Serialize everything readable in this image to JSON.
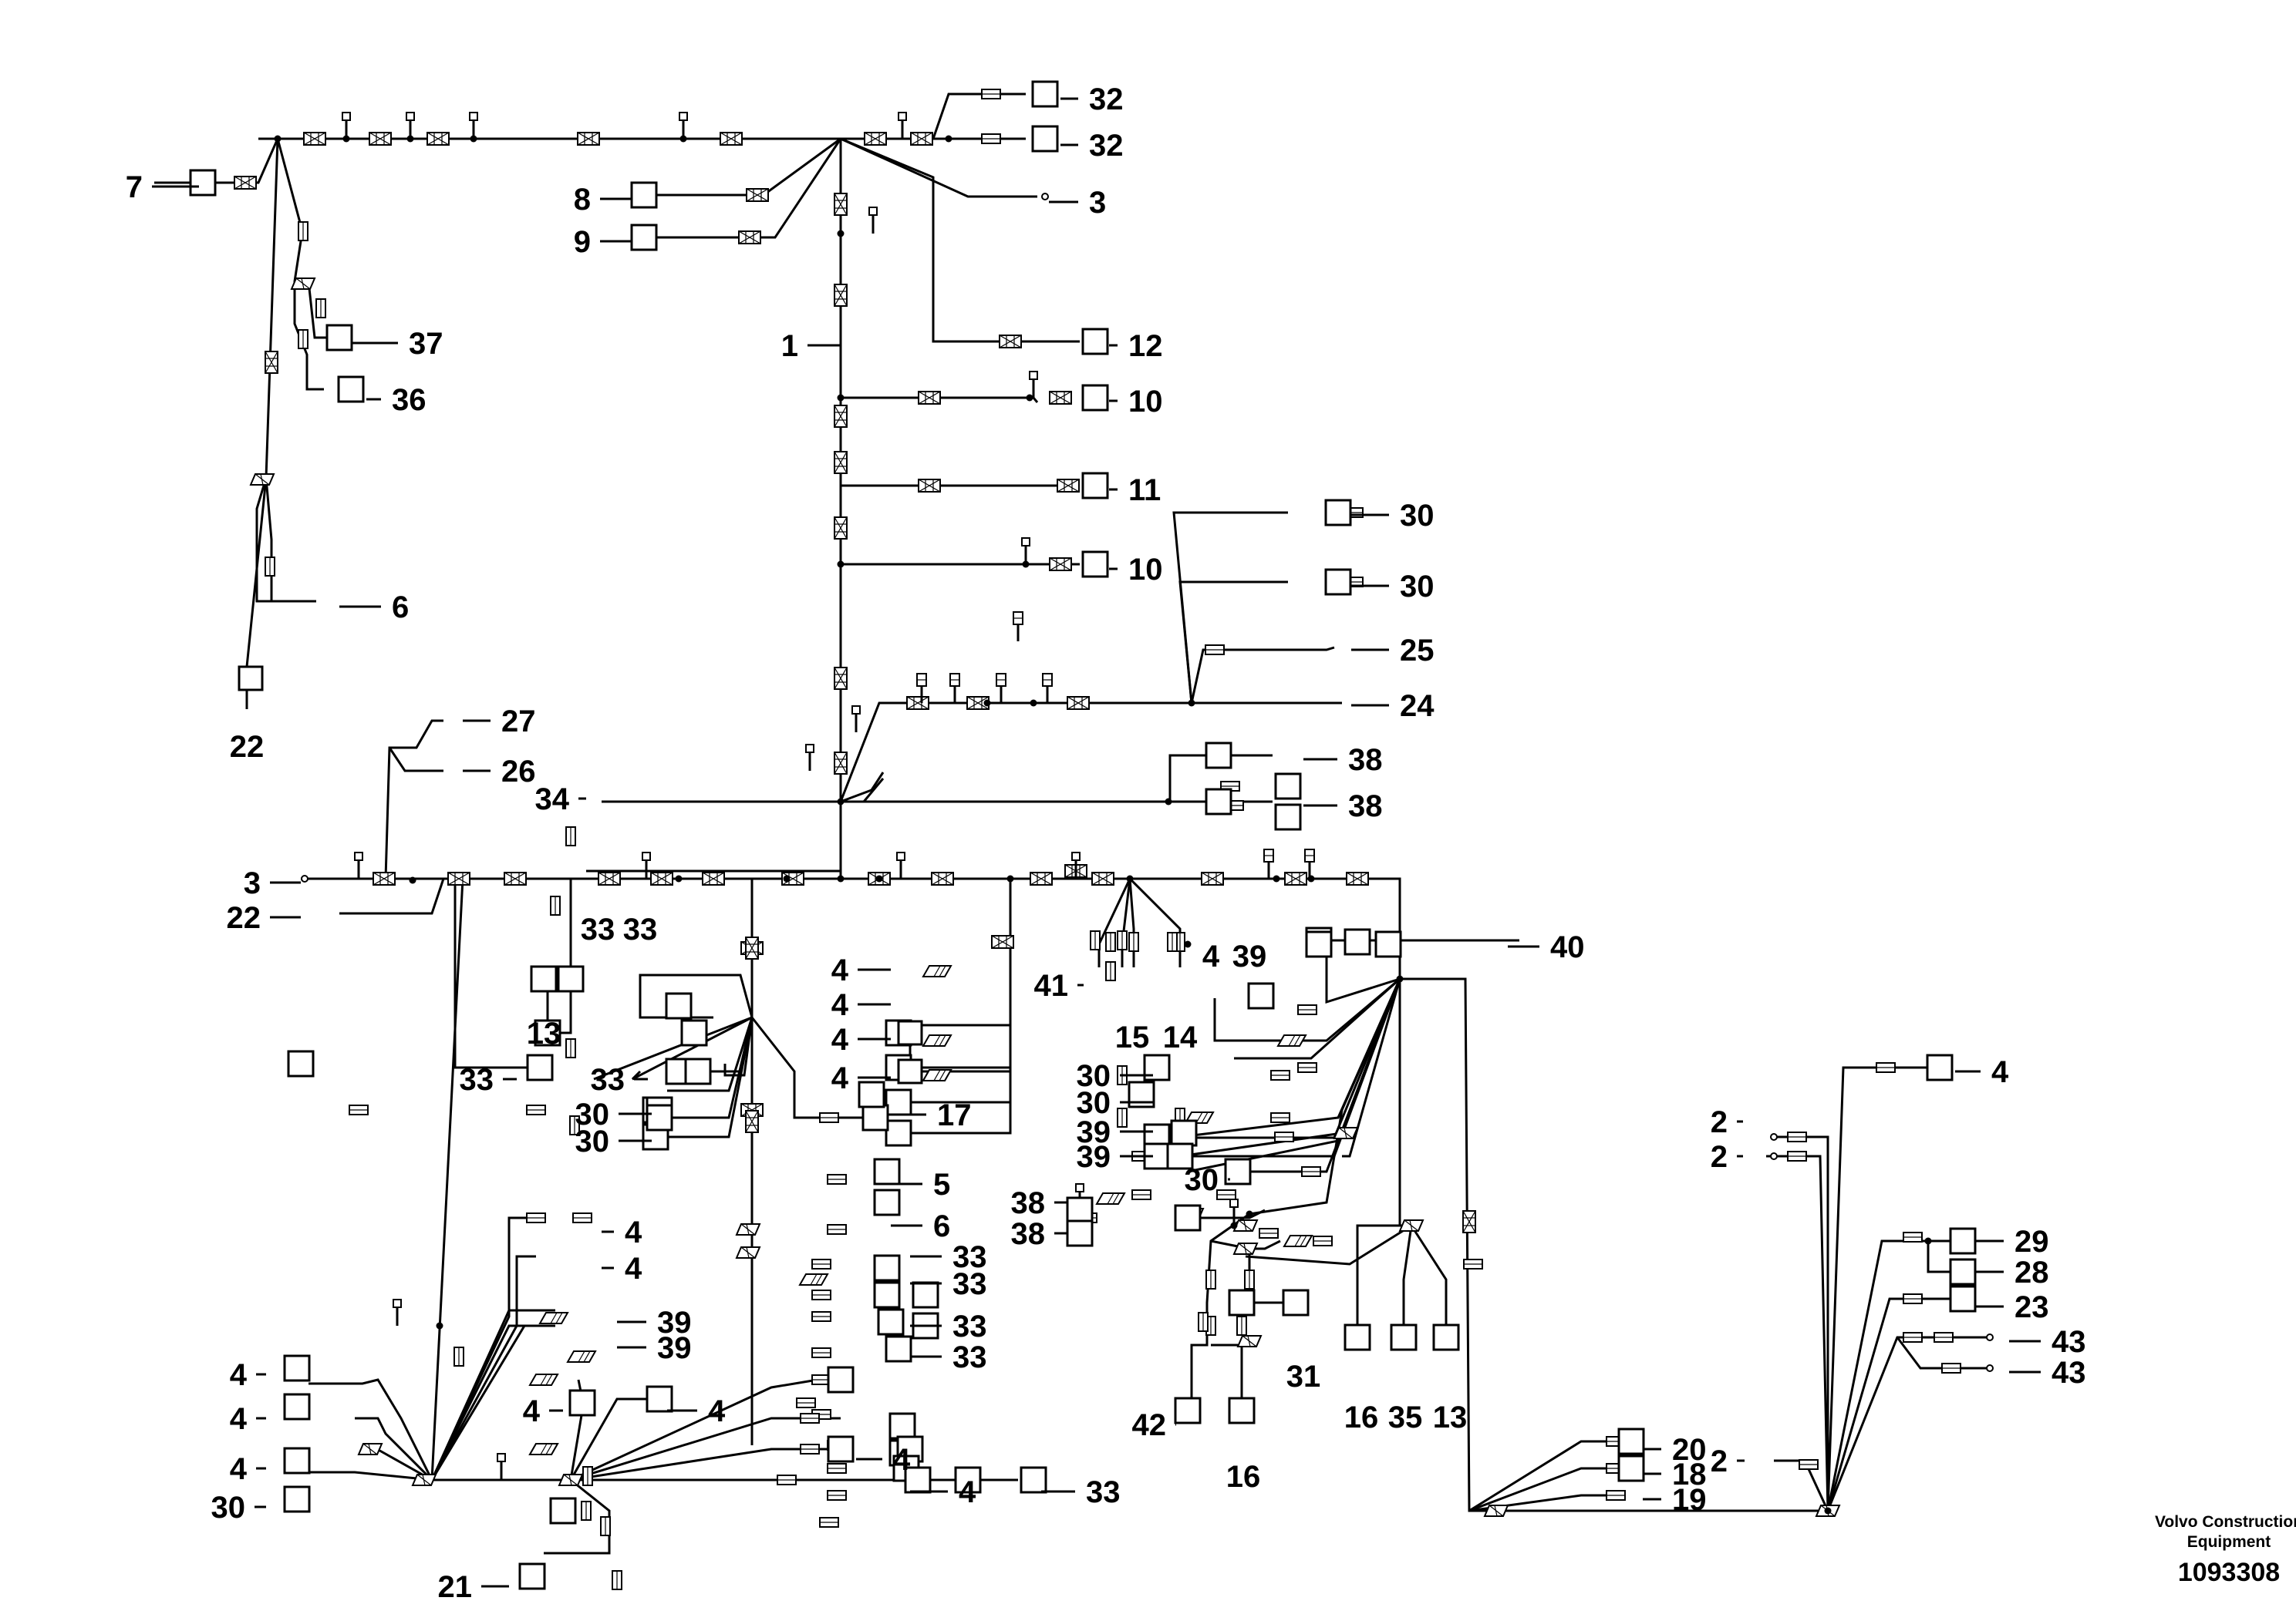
{
  "diagram": {
    "callouts": [
      {
        "id": "c7",
        "text": "7"
      },
      {
        "id": "c32a",
        "text": "32"
      },
      {
        "id": "c32b",
        "text": "32"
      },
      {
        "id": "c8",
        "text": "8"
      },
      {
        "id": "c9",
        "text": "9"
      },
      {
        "id": "c3a",
        "text": "3"
      },
      {
        "id": "c37",
        "text": "37"
      },
      {
        "id": "c36",
        "text": "36"
      },
      {
        "id": "c1",
        "text": "1"
      },
      {
        "id": "c12",
        "text": "12"
      },
      {
        "id": "c10a",
        "text": "10"
      },
      {
        "id": "c11",
        "text": "11"
      },
      {
        "id": "c10b",
        "text": "10"
      },
      {
        "id": "c30a",
        "text": "30"
      },
      {
        "id": "c30b",
        "text": "30"
      },
      {
        "id": "c25",
        "text": "25"
      },
      {
        "id": "c24",
        "text": "24"
      },
      {
        "id": "c6a",
        "text": "6"
      },
      {
        "id": "c22a",
        "text": "22"
      },
      {
        "id": "c27",
        "text": "27"
      },
      {
        "id": "c26",
        "text": "26"
      },
      {
        "id": "c34",
        "text": "34"
      },
      {
        "id": "c38a",
        "text": "38"
      },
      {
        "id": "c38b",
        "text": "38"
      },
      {
        "id": "c3b",
        "text": "3"
      },
      {
        "id": "c22b",
        "text": "22"
      },
      {
        "id": "c33a",
        "text": "33"
      },
      {
        "id": "c33b",
        "text": "33"
      },
      {
        "id": "c13a",
        "text": "13"
      },
      {
        "id": "c33c",
        "text": "33"
      },
      {
        "id": "c33d",
        "text": "33"
      },
      {
        "id": "c30c",
        "text": "30"
      },
      {
        "id": "c30d",
        "text": "30"
      },
      {
        "id": "c4a",
        "text": "4"
      },
      {
        "id": "c4b",
        "text": "4"
      },
      {
        "id": "c4c",
        "text": "4"
      },
      {
        "id": "c4d",
        "text": "4"
      },
      {
        "id": "c17",
        "text": "17"
      },
      {
        "id": "c41",
        "text": "41"
      },
      {
        "id": "c15",
        "text": "15"
      },
      {
        "id": "c14",
        "text": "14"
      },
      {
        "id": "c4e",
        "text": "4"
      },
      {
        "id": "c39a",
        "text": "39"
      },
      {
        "id": "c40",
        "text": "40"
      },
      {
        "id": "c30e",
        "text": "30"
      },
      {
        "id": "c30f",
        "text": "30"
      },
      {
        "id": "c39b",
        "text": "39"
      },
      {
        "id": "c39c",
        "text": "39"
      },
      {
        "id": "c30g",
        "text": "30"
      },
      {
        "id": "c5",
        "text": "5"
      },
      {
        "id": "c6b",
        "text": "6"
      },
      {
        "id": "c33e",
        "text": "33"
      },
      {
        "id": "c33f",
        "text": "33"
      },
      {
        "id": "c33g",
        "text": "33"
      },
      {
        "id": "c33h",
        "text": "33"
      },
      {
        "id": "c38c",
        "text": "38"
      },
      {
        "id": "c38d",
        "text": "38"
      },
      {
        "id": "c31",
        "text": "31"
      },
      {
        "id": "c16a",
        "text": "16"
      },
      {
        "id": "c35",
        "text": "35"
      },
      {
        "id": "c13b",
        "text": "13"
      },
      {
        "id": "c42",
        "text": "42"
      },
      {
        "id": "c16b",
        "text": "16"
      },
      {
        "id": "c4f",
        "text": "4"
      },
      {
        "id": "c4g",
        "text": "4"
      },
      {
        "id": "c39d",
        "text": "39"
      },
      {
        "id": "c39e",
        "text": "39"
      },
      {
        "id": "c4h",
        "text": "4"
      },
      {
        "id": "c4i",
        "text": "4"
      },
      {
        "id": "c4j",
        "text": "4"
      },
      {
        "id": "c30h",
        "text": "30"
      },
      {
        "id": "c4k",
        "text": "4"
      },
      {
        "id": "c4l",
        "text": "4"
      },
      {
        "id": "c4m",
        "text": "4"
      },
      {
        "id": "c4n",
        "text": "4"
      },
      {
        "id": "c33i",
        "text": "33"
      },
      {
        "id": "c21",
        "text": "21"
      },
      {
        "id": "c4o",
        "text": "4"
      },
      {
        "id": "c2a",
        "text": "2"
      },
      {
        "id": "c2b",
        "text": "2"
      },
      {
        "id": "c29",
        "text": "29"
      },
      {
        "id": "c28",
        "text": "28"
      },
      {
        "id": "c23",
        "text": "23"
      },
      {
        "id": "c43a",
        "text": "43"
      },
      {
        "id": "c43b",
        "text": "43"
      },
      {
        "id": "c20",
        "text": "20"
      },
      {
        "id": "c18",
        "text": "18"
      },
      {
        "id": "c19",
        "text": "19"
      },
      {
        "id": "c2c",
        "text": "2"
      }
    ]
  },
  "footer": {
    "publisher_line1": "Volvo Construction",
    "publisher_line2": "Equipment",
    "drawing_number": "1093308"
  }
}
